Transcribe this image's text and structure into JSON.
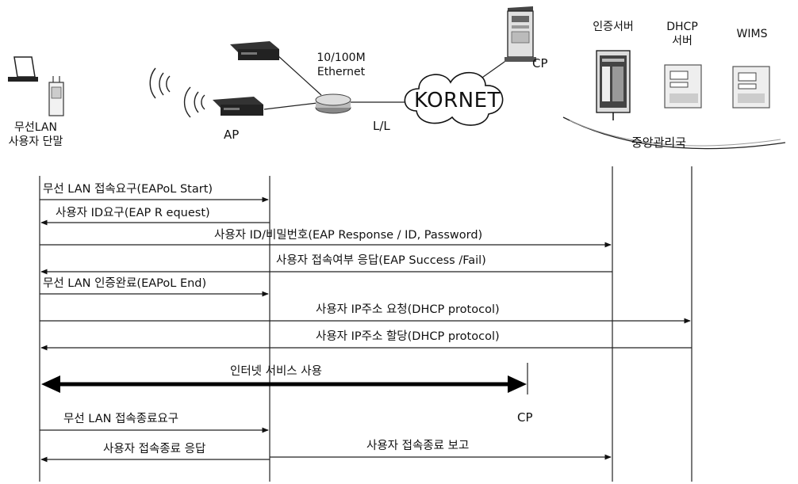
{
  "top": {
    "user_terminal_line1": "무선LAN",
    "user_terminal_line2": "사용자 단말",
    "ap_label": "AP",
    "ethernet_line1": "10/100M",
    "ethernet_line2": "Ethernet",
    "leased_line": "L/L",
    "kornet": "KORNET",
    "cp_top": "CP",
    "auth_server": "인증서버",
    "dhcp_line1": "DHCP",
    "dhcp_line2": "서버",
    "wims": "WIMS",
    "central_office": "중앙관리국"
  },
  "sequence": {
    "messages": [
      "무선 LAN 접속요구(EAPoL Start)",
      "사용자 ID요구(EAP R equest)",
      "사용자 ID/비밀번호(EAP Response / ID, Password)",
      "사용자 접속여부 응답(EAP Success /Fail)",
      "무선 LAN 인증완료(EAPoL End)",
      "사용자 IP주소 요청(DHCP protocol)",
      "사용자 IP주소 할당(DHCP protocol)",
      "인터넷 서비스 사용",
      "무선 LAN 접속종료요구",
      "사용자 접속종료 응답",
      "사용자 접속종료 보고"
    ],
    "cp_bottom": "CP"
  }
}
